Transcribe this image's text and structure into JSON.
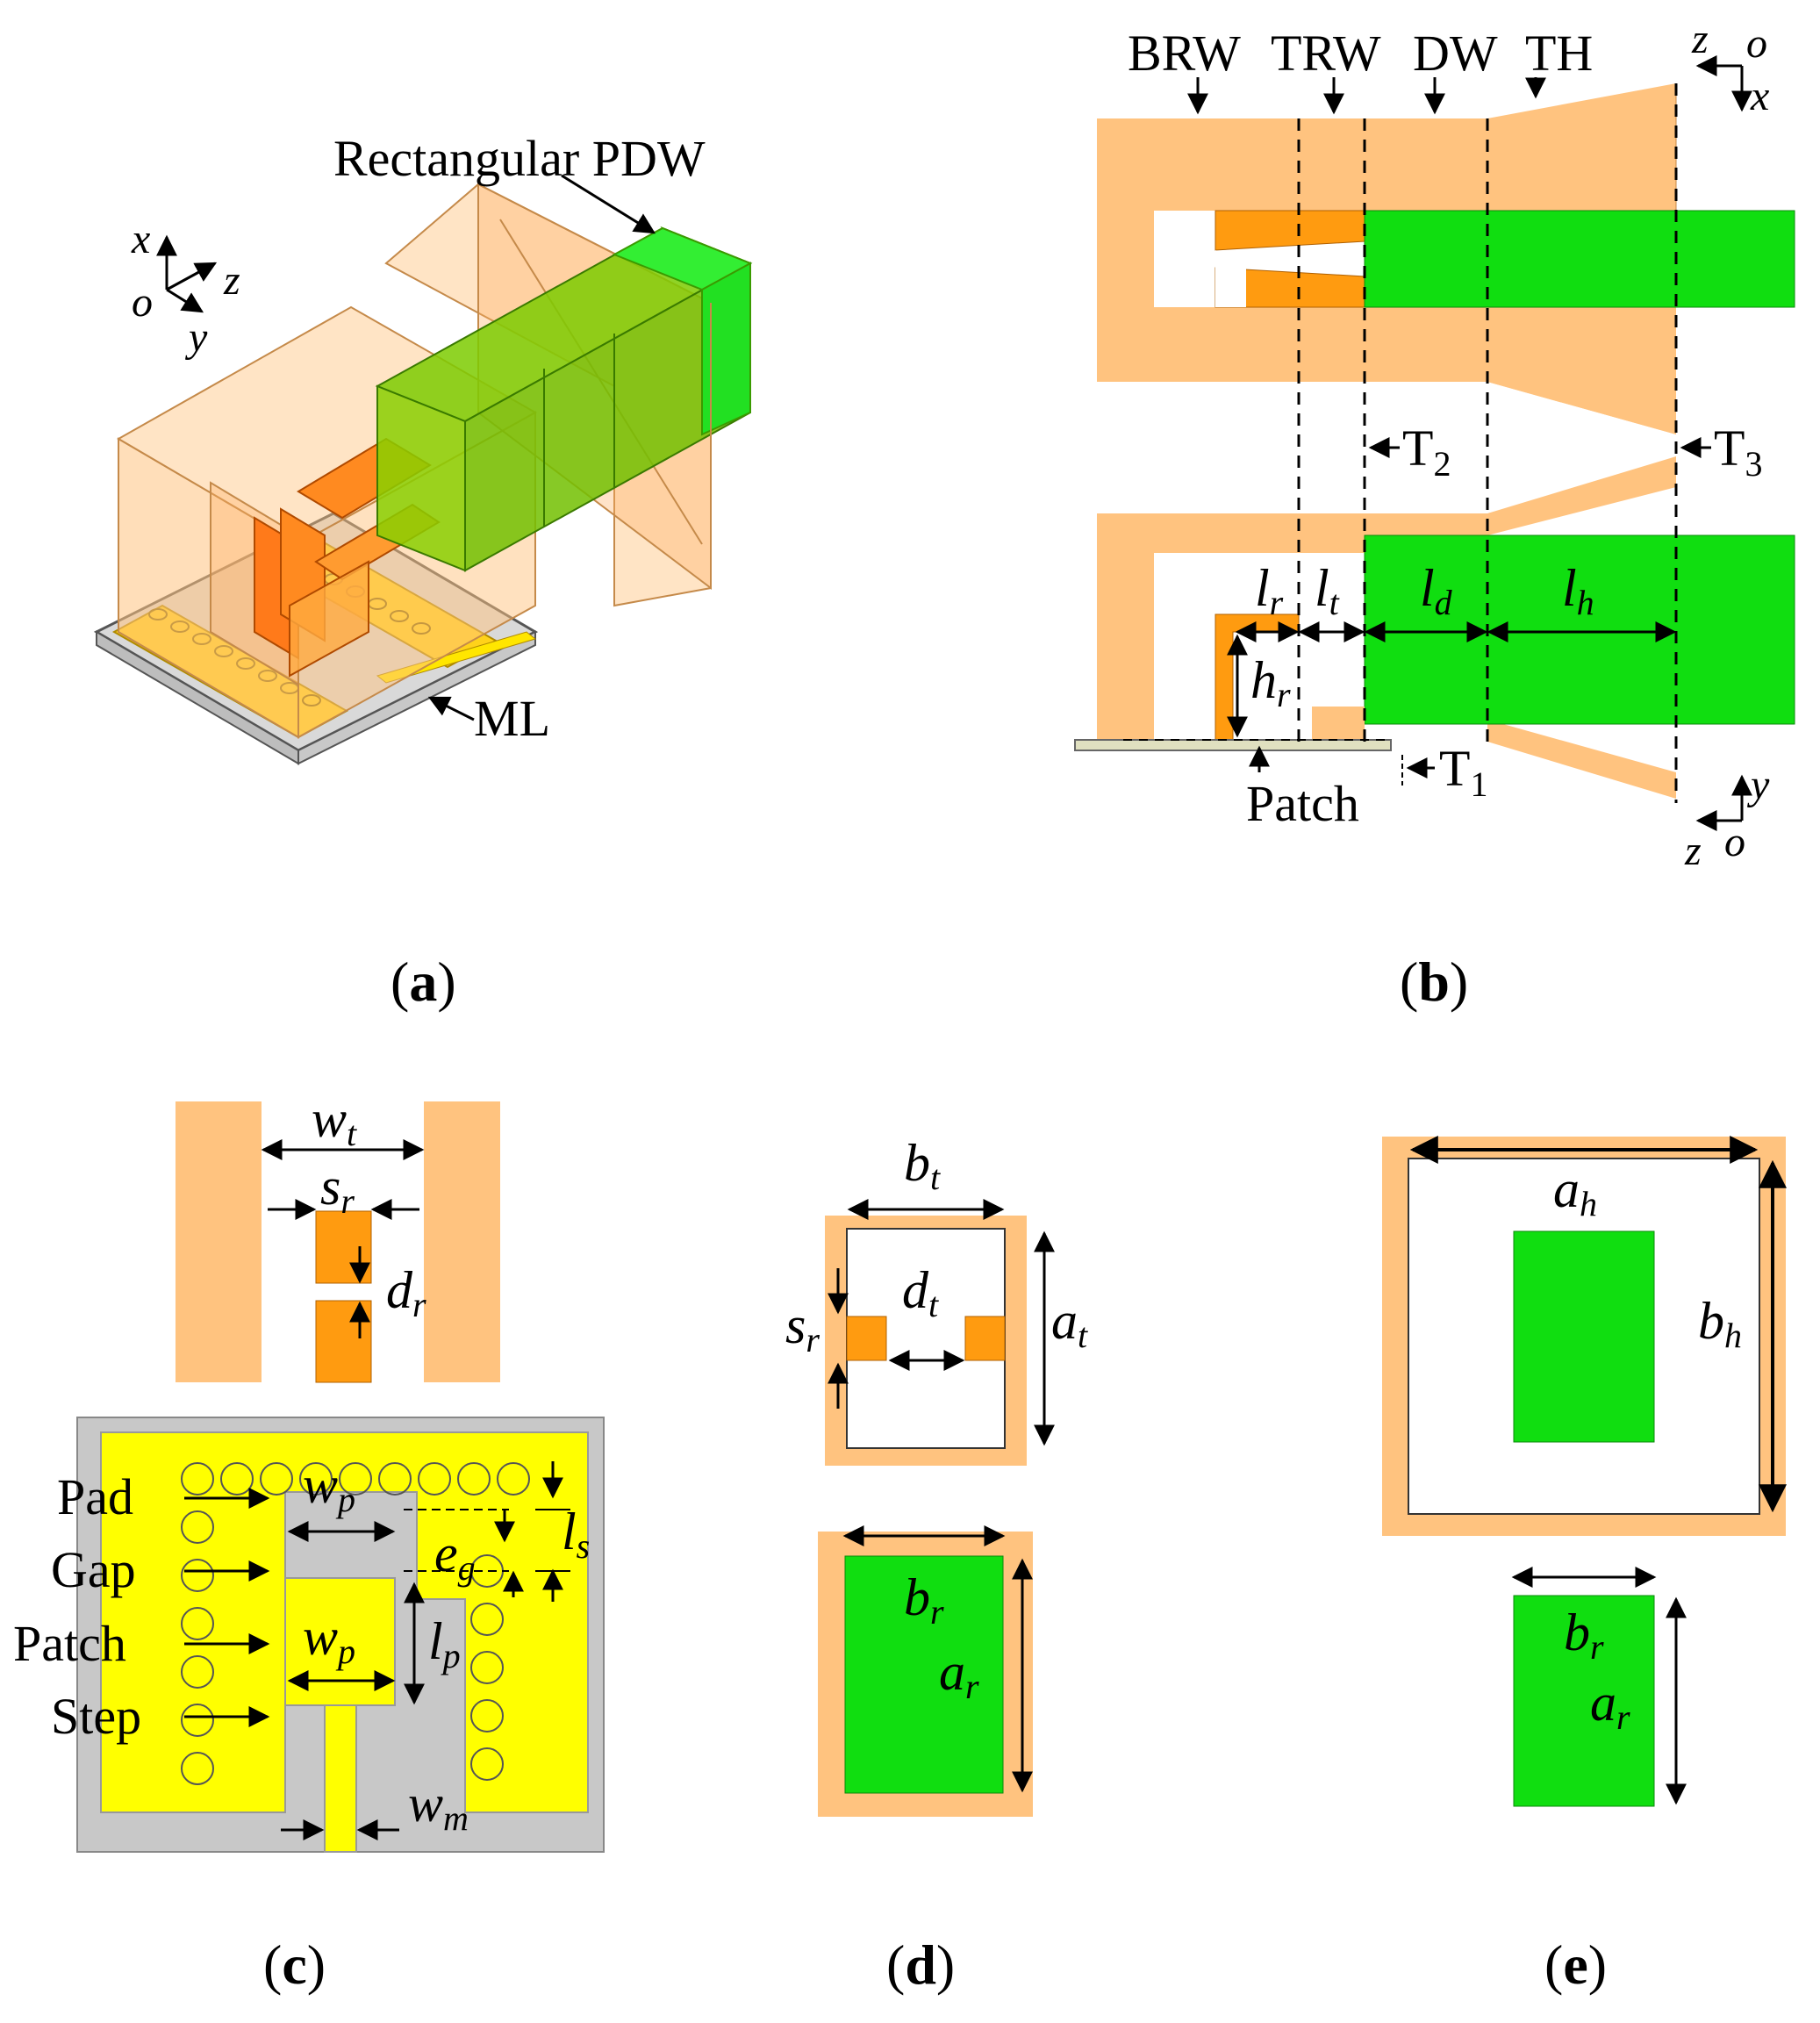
{
  "panels": {
    "a": {
      "caption": "a",
      "label_pdw": "Rectangular PDW",
      "label_ml": "ML",
      "axes": {
        "x": "x",
        "y": "y",
        "z": "z",
        "o": "o"
      }
    },
    "b": {
      "caption": "b",
      "sections": [
        "BRW",
        "TRW",
        "DW",
        "TH"
      ],
      "planes": {
        "t1": "T",
        "t1_sub": "1",
        "t2": "T",
        "t2_sub": "2",
        "t3": "T",
        "t3_sub": "3"
      },
      "patch_label": "Patch",
      "dims": {
        "lr": "l",
        "lr_sub": "r",
        "lt": "l",
        "lt_sub": "t",
        "ld": "l",
        "ld_sub": "d",
        "lh": "l",
        "lh_sub": "h",
        "hr": "h",
        "hr_sub": "r"
      },
      "axes_top": {
        "z": "z",
        "o": "o",
        "x": "x"
      },
      "axes_bottom": {
        "z": "z",
        "o": "o",
        "y": "y"
      }
    },
    "c": {
      "caption": "c",
      "labels": [
        "Pad",
        "Gap",
        "Patch",
        "Step"
      ],
      "dims": {
        "wt": "w",
        "wt_sub": "t",
        "sr": "s",
        "sr_sub": "r",
        "dr": "d",
        "dr_sub": "r",
        "wp1": "w",
        "wp1_sub": "p",
        "wp2": "w",
        "wp2_sub": "p",
        "eg": "e",
        "eg_sub": "g",
        "ls": "l",
        "ls_sub": "s",
        "lp": "l",
        "lp_sub": "p",
        "wm": "w",
        "wm_sub": "m"
      }
    },
    "d": {
      "caption": "d",
      "dims": {
        "bt": "b",
        "bt_sub": "t",
        "dt": "d",
        "dt_sub": "t",
        "sr": "s",
        "sr_sub": "r",
        "at": "a",
        "at_sub": "t",
        "br": "b",
        "br_sub": "r",
        "ar": "a",
        "ar_sub": "r"
      }
    },
    "e": {
      "caption": "e",
      "dims": {
        "ah": "a",
        "ah_sub": "h",
        "bh": "b",
        "bh_sub": "h",
        "br": "b",
        "br_sub": "r",
        "ar": "a",
        "ar_sub": "r"
      }
    }
  },
  "colors": {
    "copper": "#FFC37F",
    "orange": "#FF9B10",
    "green": "#10DE10",
    "yellow": "#FFFF00",
    "gray": "#C8C8C8"
  }
}
